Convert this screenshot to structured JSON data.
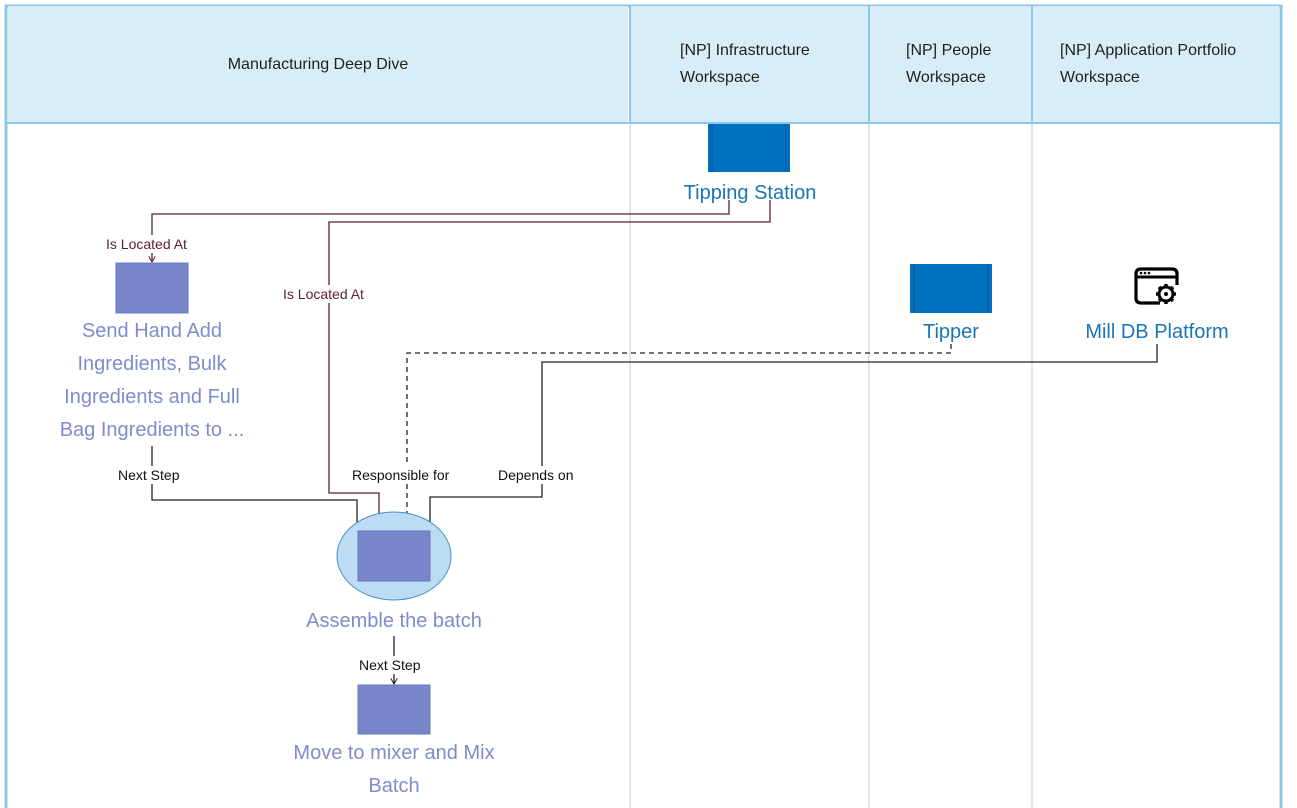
{
  "lanes": [
    {
      "title": "Manufacturing Deep Dive"
    },
    {
      "title": "[NP] Infrastructure Workspace"
    },
    {
      "title": "[NP] People Workspace"
    },
    {
      "title": "[NP] Application Portfolio Workspace"
    }
  ],
  "nodes": {
    "tipping_station": "Tipping Station",
    "send_hand_add": "Send Hand Add Ingredients, Bulk Ingredients and Full Bag Ingredients to ...",
    "tipper": "Tipper",
    "mill_db": "Mill DB Platform",
    "assemble_batch": "Assemble the batch",
    "move_to_mixer": "Move to mixer and Mix Batch"
  },
  "edges": {
    "is_located_at_1": "Is Located At",
    "is_located_at_2": "Is Located At",
    "next_step_1": "Next Step",
    "responsible_for": "Responsible for",
    "depends_on": "Depends on",
    "next_step_2": "Next Step"
  },
  "colors": {
    "header_bg": "#d9edf9",
    "lane_border": "#8ec6ea",
    "process_fill": "#7986cb",
    "infra_fill": "#0070c0",
    "focus_ellipse": "#bcdcf3",
    "relation_red": "#5a1f33",
    "process_text": "#7f8bcc",
    "infra_text": "#1a75b8"
  },
  "icons": {
    "mill_db": "application-window-gear-icon"
  }
}
